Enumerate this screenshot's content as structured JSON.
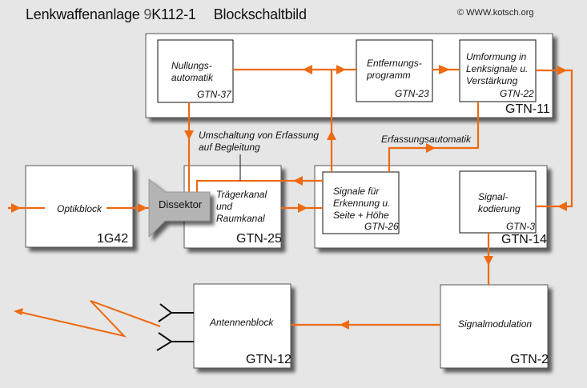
{
  "header": {
    "title_prefix": "Lenkwaffenanlage ",
    "title_digit": "9",
    "title_rest": "K112-1",
    "subtitle": "Blockschaltbild",
    "copyright": "© WWW.kotsch.org"
  },
  "colors": {
    "background": "#e6e6e6",
    "signal_line": "#ee6a10",
    "box_fill": "#ffffff",
    "dissektor_fill": "#b4b4b4"
  },
  "groups": {
    "gtn11": {
      "code": "GTN-11"
    },
    "gtn14": {
      "code": "GTN-14"
    }
  },
  "blocks": {
    "nullung": {
      "label": "Nullungs-\nautomatik",
      "code": "GTN-37"
    },
    "entfernung": {
      "label": "Entfernungs-\nprogramm",
      "code": "GTN-23"
    },
    "umformung": {
      "label": "Umformung in\nLenksignale u.\nVerstärkung",
      "code": "GTN-22"
    },
    "optik": {
      "label": "Optikblock",
      "code": "1G42"
    },
    "dissektor": {
      "label": "Dissektor"
    },
    "traeger": {
      "label": "Trägerkanal\nund\nRaumkanal",
      "code": "GTN-25"
    },
    "signale": {
      "label": "Signale für\nErkennung u.\nSeite + Höhe",
      "code": "GTN-26"
    },
    "kodierung": {
      "label": "Signal-\nkodierung",
      "code": "GTN-3"
    },
    "antenne": {
      "label": "Antennenblock",
      "code": "GTN-12"
    },
    "modulation": {
      "label": "Signalmodulation",
      "code": "GTN-2"
    }
  },
  "annotations": {
    "umschaltung": "Umschaltung von Erfassung\nauf Begleitung",
    "erfassung": "Erfassungsautomatik"
  }
}
